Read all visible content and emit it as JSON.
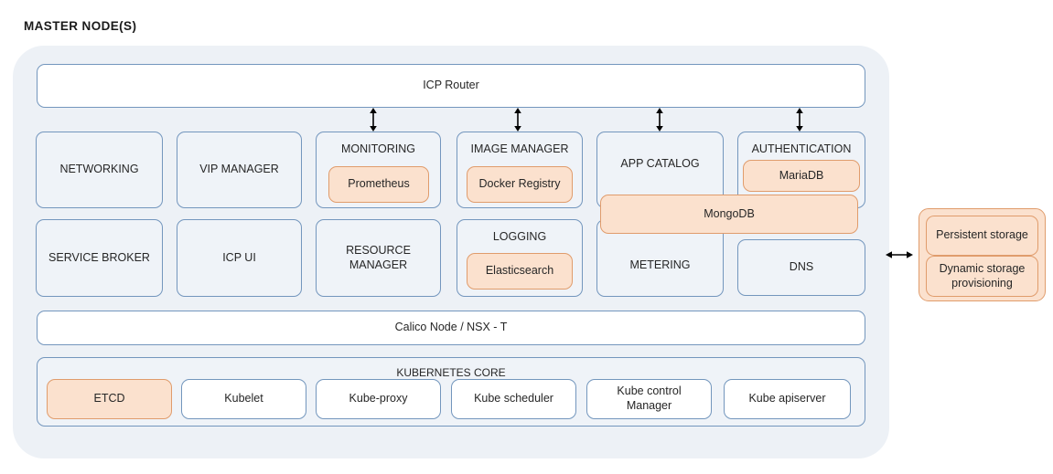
{
  "page": {
    "title": "MASTER NODE(S)"
  },
  "master_node": {
    "router": {
      "label": "ICP Router"
    },
    "network_layer": {
      "label": "Calico Node / NSX - T"
    },
    "row1": [
      {
        "label": "NETWORKING",
        "style": "blue"
      },
      {
        "label": "VIP MANAGER",
        "style": "blue"
      },
      {
        "label": "MONITORING",
        "style": "group",
        "child": {
          "label": "Prometheus",
          "style": "peach"
        }
      },
      {
        "label": "IMAGE MANAGER",
        "style": "group",
        "child": {
          "label": "Docker Registry",
          "style": "peach"
        }
      },
      {
        "label": "APP CATALOG",
        "style": "blue"
      },
      {
        "label": "AUTHENTICATION",
        "style": "group",
        "child": {
          "label": "MariaDB",
          "style": "peach"
        }
      }
    ],
    "row2": [
      {
        "label": "SERVICE BROKER",
        "style": "blue"
      },
      {
        "label": "ICP UI",
        "style": "blue"
      },
      {
        "label": "RESOURCE\nMANAGER",
        "style": "blue"
      },
      {
        "label": "LOGGING",
        "style": "group",
        "child": {
          "label": "Elasticsearch",
          "style": "peach"
        }
      },
      {
        "label": "METERING",
        "style": "blue"
      },
      {
        "label": "DNS",
        "style": "blue"
      }
    ],
    "overlay": {
      "label": "MongoDB",
      "style": "peach"
    },
    "kubernetes_core": {
      "label": "KUBERNETES  CORE",
      "components": [
        {
          "label": "ETCD",
          "style": "peach"
        },
        {
          "label": "Kubelet",
          "style": "white"
        },
        {
          "label": "Kube-proxy",
          "style": "white"
        },
        {
          "label": "Kube scheduler",
          "style": "white"
        },
        {
          "label": "Kube control\nManager",
          "style": "white"
        },
        {
          "label": "Kube apiserver",
          "style": "white"
        }
      ]
    }
  },
  "storage": {
    "items": [
      {
        "label": "Persistent storage"
      },
      {
        "label": "Dynamic storage\nprovisioning"
      }
    ]
  },
  "colors": {
    "panel_background": "#edf1f6",
    "box_blue_fill": "#eff3f8",
    "box_blue_border": "#7396bd",
    "box_peach_fill": "#fbe1ce",
    "box_peach_border": "#e09c6c",
    "box_white_fill": "#ffffff",
    "text": "#262626",
    "arrow": "#000000"
  },
  "connectors": {
    "vertical_arrows": 4,
    "horizontal_arrows": 1
  }
}
